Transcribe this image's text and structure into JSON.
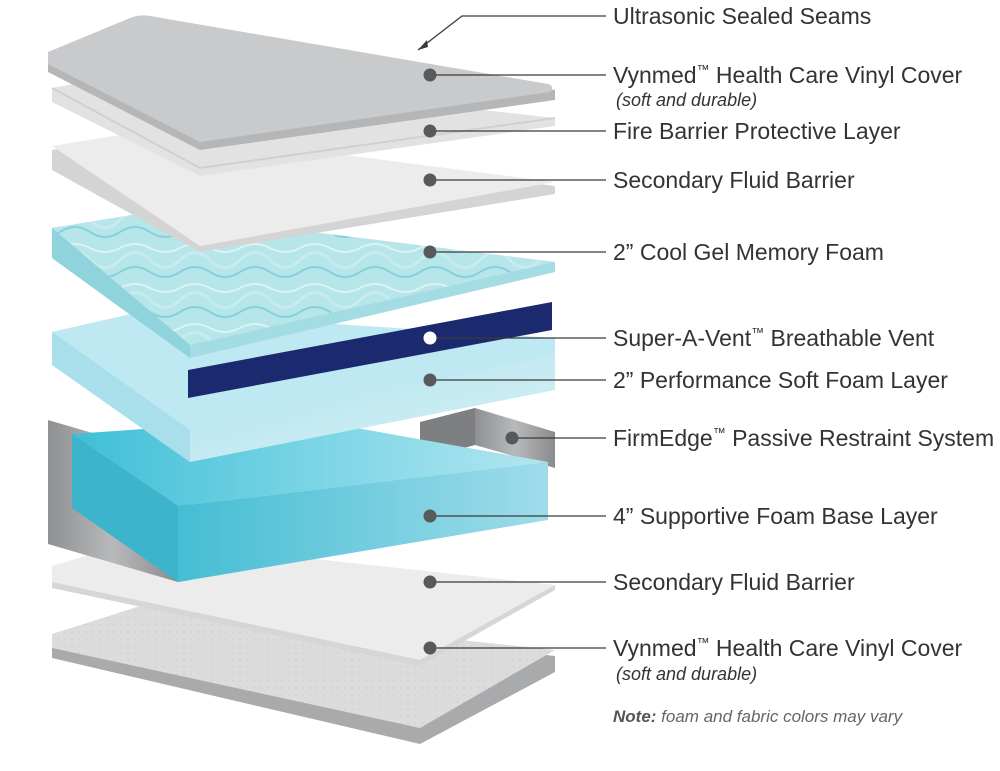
{
  "labels": [
    {
      "id": "seams",
      "main": "Ultrasonic Sealed Seams"
    },
    {
      "id": "vinyl-top",
      "main": "Vynmed",
      "tm": "™",
      "rest": " Health Care Vinyl Cover",
      "sub": "(soft and durable)"
    },
    {
      "id": "fire",
      "main": "Fire Barrier Protective Layer"
    },
    {
      "id": "fluid-top",
      "main": "Secondary Fluid Barrier"
    },
    {
      "id": "gel",
      "main": "2” Cool Gel Memory Foam"
    },
    {
      "id": "vent",
      "main": "Super-A-Vent",
      "tm": "™",
      "rest": " Breathable Vent"
    },
    {
      "id": "soft",
      "main": "2” Performance Soft Foam Layer"
    },
    {
      "id": "firmedge",
      "main": "FirmEdge",
      "tm": "™",
      "rest": " Passive Restraint System"
    },
    {
      "id": "base",
      "main": "4” Supportive Foam Base Layer"
    },
    {
      "id": "fluid-bottom",
      "main": "Secondary Fluid Barrier"
    },
    {
      "id": "vinyl-bottom",
      "main": "Vynmed",
      "tm": "™",
      "rest": " Health Care Vinyl Cover",
      "sub": "(soft and durable)"
    }
  ],
  "note": {
    "bold": "Note:",
    "text": " foam and fabric colors may vary"
  },
  "colors": {
    "vinyl": "#c9cacc",
    "fabric": "#e6e6e7",
    "gel": "#9fd9e0",
    "vent": "#1b2a6e",
    "soft_foam": "#bfe8f1",
    "base_foam": "#5cc8dc",
    "firmedge": "#9a9b9d",
    "dot": "#58595b"
  }
}
